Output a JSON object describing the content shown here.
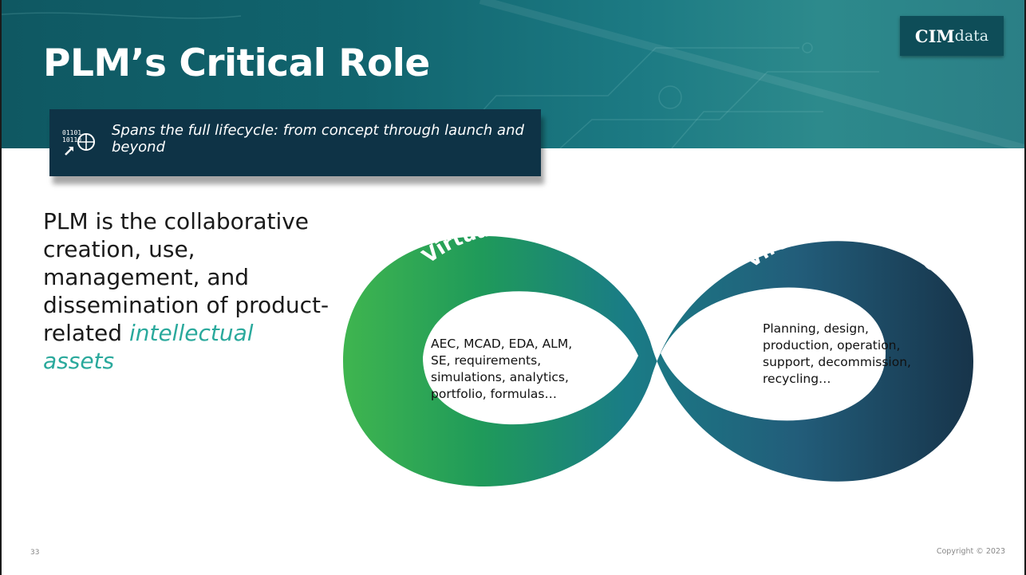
{
  "slide": {
    "title": "PLM’s Critical Role",
    "logo": {
      "primary": "CIM",
      "secondary": "data"
    },
    "callout": {
      "icon": "binary-globe-icon",
      "text": "Spans the full lifecycle: from concept through launch and beyond"
    },
    "definition": {
      "plain": "PLM is the collaborative creation, use, management, and dissemination of product-related",
      "highlight": "intellectual assets"
    },
    "infinity": {
      "left_label": "Virtual Products",
      "right_label": "Virtual Processes",
      "left_text": "AEC, MCAD, EDA, ALM, SE, requirements, simulations, analytics, portfolio, formulas…",
      "right_text": "Planning, design, production, operation, support, decommission, recycling…"
    },
    "page_number": "33",
    "copyright": "Copyright © 2023"
  },
  "colors": {
    "banner": "#11646e",
    "callout": "#0e3346",
    "accent": "#2aa99c",
    "green": "#3fb54f",
    "navy": "#17344a"
  }
}
